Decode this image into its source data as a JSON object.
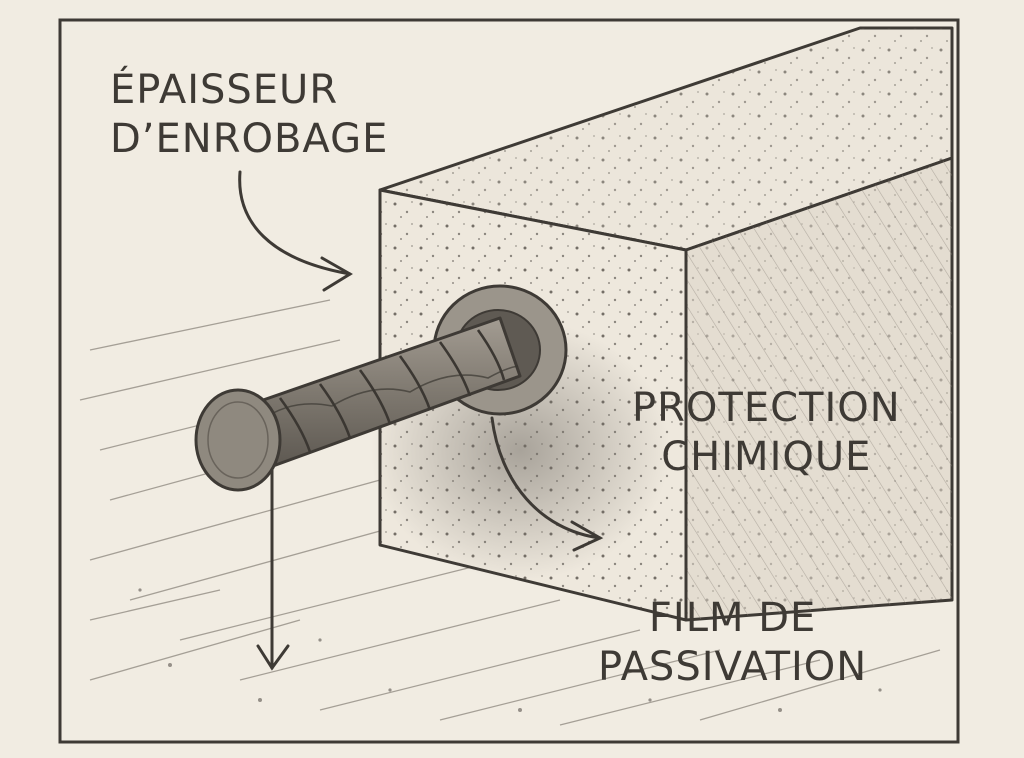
{
  "labels": {
    "cover_thickness": [
      "ÉPAISSEUR",
      "D’ENROBAGE"
    ],
    "chemical_protection": [
      "PROTECTION",
      "CHIMIQUE"
    ],
    "passivation_film": [
      "FILM DE",
      "PASSIVATION"
    ]
  },
  "colors": {
    "paper": "#f1ece2",
    "ink": "#3e3a35",
    "shade": "#8b857c"
  }
}
